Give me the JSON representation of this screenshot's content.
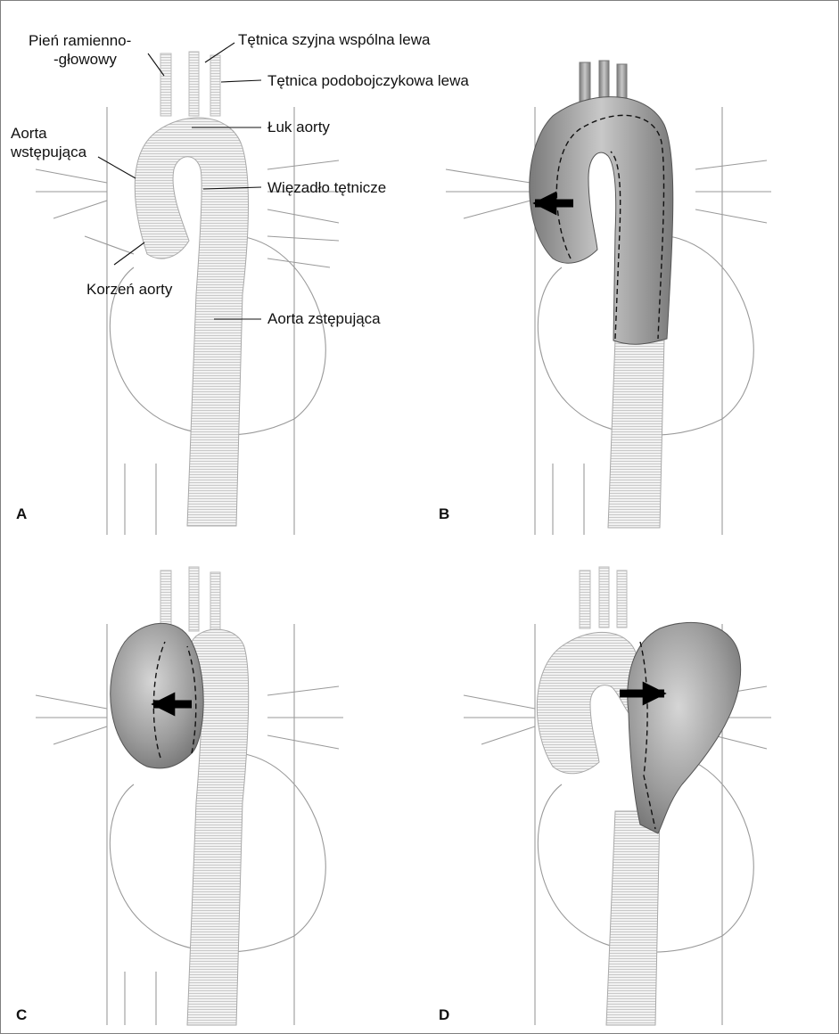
{
  "labels": {
    "brachiocephalic": [
      "Pień ramienno-",
      "-głowowy"
    ],
    "left_common_carotid": "Tętnica szyjna wspólna lewa",
    "left_subclavian": "Tętnica podobojczykowa lewa",
    "arch": "Łuk aorty",
    "ascending": [
      "Aorta",
      "wstępująca"
    ],
    "ligamentum": "Więzadło tętnicze",
    "root": "Korzeń aorty",
    "descending": "Aorta zstępująca"
  },
  "panels": [
    "A",
    "B",
    "C",
    "D"
  ],
  "colors": {
    "aneurysm_fill": "#8c8c8c",
    "vessel_fill": "#ececec",
    "arrow": "#000000"
  }
}
